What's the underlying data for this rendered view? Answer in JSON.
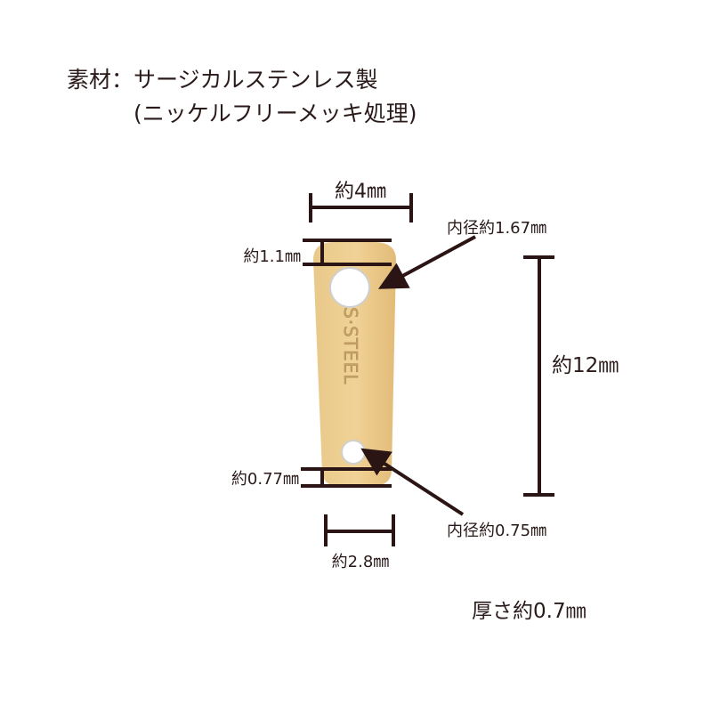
{
  "header": {
    "material_line": "素材：サージカルステンレス製",
    "plating_line": "(ニッケルフリーメッキ処理)"
  },
  "dimensions": {
    "width_top": "約4㎜",
    "top_margin": "約1.1㎜",
    "bottom_margin": "約0.77㎜",
    "width_bottom": "約2.8㎜",
    "large_hole": "内径約1.67㎜",
    "small_hole": "内径約0.75㎜",
    "length": "約12㎜",
    "thickness": "厚さ約0.7㎜"
  },
  "product": {
    "engraving": "S·STEEL",
    "color": "#e6c07c"
  }
}
